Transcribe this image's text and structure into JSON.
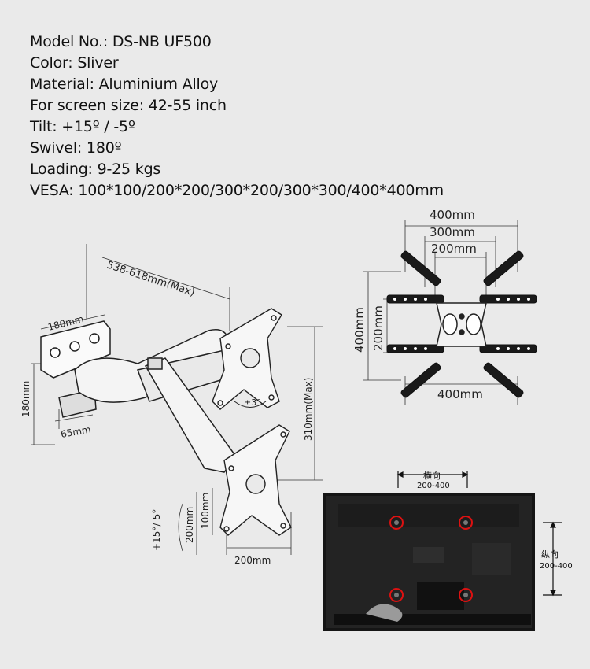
{
  "specs": {
    "model": "Model No.: DS-NB UF500",
    "color": "Color: Sliver",
    "material": "Material: Aluminium Alloy",
    "screen": "For screen size: 42-55 inch",
    "tilt": "Tilt: +15º / -5º",
    "swivel": "Swivel: 180º",
    "loading": "Loading: 9-25 kgs",
    "vesa": "VESA: 100*100/200*200/300*200/300*300/400*400mm"
  },
  "arm_diagram": {
    "reach": "538-618mm(Max)",
    "plate_width": "180mm",
    "plate_height": "180mm",
    "depth": "65mm",
    "rotation": "±3°",
    "height_max": "310mm(Max)",
    "tilt": "+15°/-5°",
    "vesa_h_200": "200mm",
    "vesa_h_100": "100mm",
    "vesa_w_200": "200mm"
  },
  "vesa_diagram": {
    "top_400": "400mm",
    "top_300": "300mm",
    "top_200": "200mm",
    "left_400": "400mm",
    "left_200": "200mm",
    "bottom_400": "400mm"
  },
  "tv_photo": {
    "horizontal_label": "横向",
    "horizontal_range": "200-400",
    "vertical_label": "纵向",
    "vertical_range": "200-400"
  }
}
